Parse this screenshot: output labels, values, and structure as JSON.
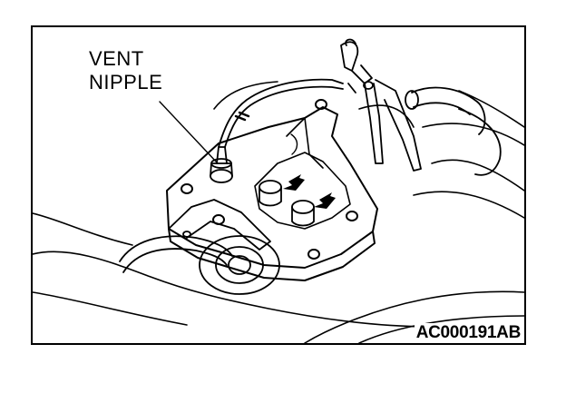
{
  "figure": {
    "callout_line1": "VENT",
    "callout_line2": "NIPPLE",
    "figure_id": "AC000191AB"
  },
  "colors": {
    "ink": "#000000",
    "paper": "#ffffff"
  }
}
